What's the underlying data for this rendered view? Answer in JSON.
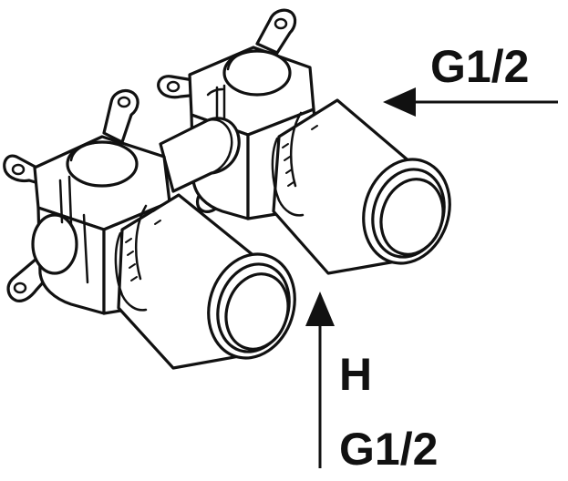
{
  "labels": {
    "inlet_top": "G1/2",
    "outlet_marker": "H",
    "inlet_bottom": "G1/2"
  },
  "colors": {
    "line": "#111111",
    "fill": "#ffffff",
    "background": "#ffffff"
  }
}
